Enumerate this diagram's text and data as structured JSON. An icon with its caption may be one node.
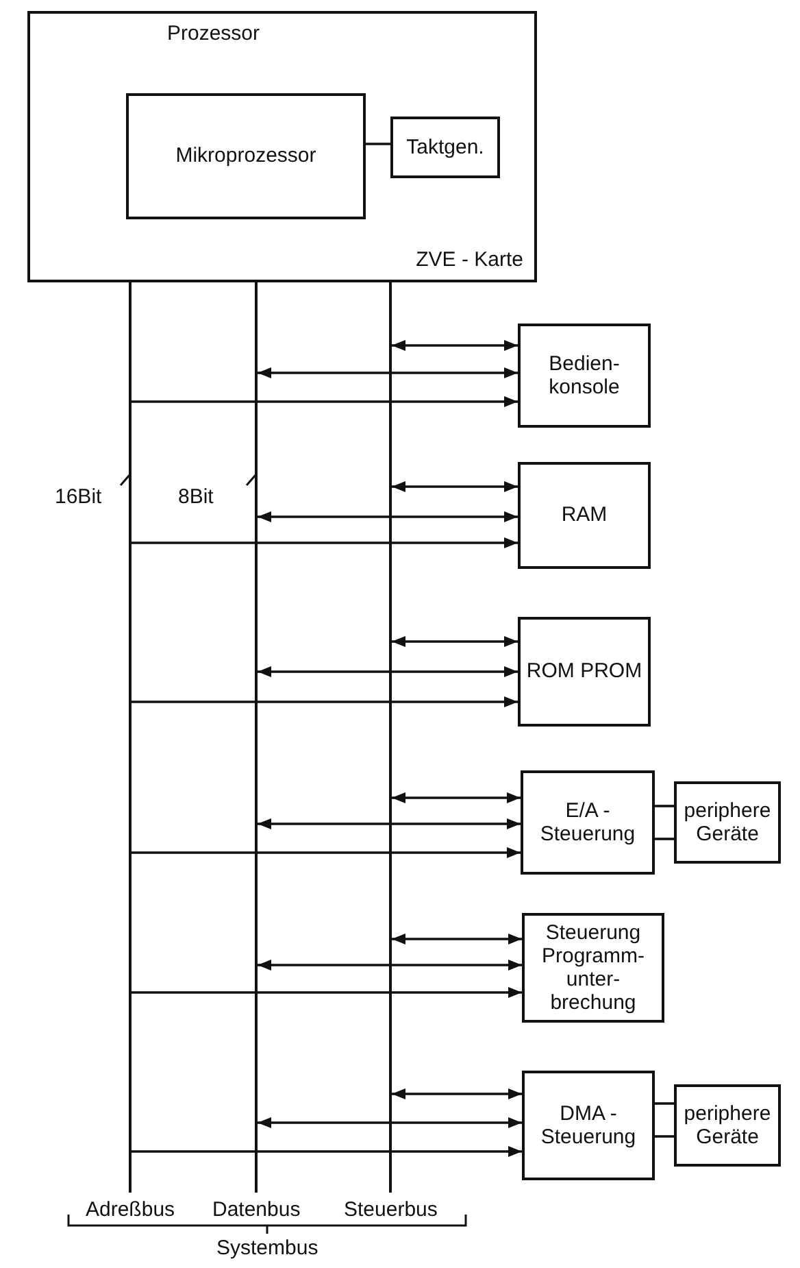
{
  "diagram": {
    "nodes": [
      {
        "text": [
          "Prozessor",
          "ZVE - Karte"
        ]
      },
      {
        "text": [
          "Mikroprozessor"
        ],
        "in": 0
      },
      {
        "text": [
          "Taktgen."
        ],
        "in": 0
      },
      {
        "text": [],
        "shape": "bar",
        "beside": [
          "Adreßbus"
        ]
      },
      {
        "text": [],
        "shape": "bar",
        "beside": [
          "Datenbus"
        ]
      },
      {
        "text": [],
        "shape": "bar",
        "beside": [
          "Steuerbus"
        ]
      },
      {
        "text": [
          "Bedien- konsole"
        ]
      },
      {
        "text": [
          "RAM"
        ]
      },
      {
        "text": [
          "ROM PROM"
        ]
      },
      {
        "text": [
          "E/A - Steuerung"
        ]
      },
      {
        "text": [
          "periphere Geräte"
        ]
      },
      {
        "text": [
          "Steuerung Programm- unter- brechung"
        ]
      },
      {
        "text": [
          "DMA - Steuerung"
        ]
      },
      {
        "text": [
          "periphere Geräte"
        ]
      }
    ],
    "edges": [
      {
        "from": 1,
        "to": 2,
        "arrow": "none"
      },
      {
        "from": 5,
        "to": 6,
        "arrow": "both"
      },
      {
        "from": 4,
        "to": 6,
        "arrow": "both"
      },
      {
        "from": 3,
        "to": 6,
        "arrow": "to"
      },
      {
        "from": 5,
        "to": 7,
        "arrow": "both"
      },
      {
        "from": 4,
        "to": 7,
        "arrow": "both"
      },
      {
        "from": 3,
        "to": 7,
        "arrow": "to"
      },
      {
        "from": 5,
        "to": 8,
        "arrow": "both"
      },
      {
        "from": 4,
        "to": 8,
        "arrow": "both"
      },
      {
        "from": 3,
        "to": 8,
        "arrow": "to"
      },
      {
        "from": 5,
        "to": 9,
        "arrow": "both"
      },
      {
        "from": 4,
        "to": 9,
        "arrow": "both"
      },
      {
        "from": 3,
        "to": 9,
        "arrow": "to"
      },
      {
        "from": 9,
        "to": 10,
        "arrow": "none"
      },
      {
        "from": 9,
        "to": 10,
        "arrow": "none"
      },
      {
        "from": 5,
        "to": 11,
        "arrow": "both"
      },
      {
        "from": 4,
        "to": 11,
        "arrow": "both"
      },
      {
        "from": 3,
        "to": 11,
        "arrow": "to"
      },
      {
        "from": 5,
        "to": 12,
        "arrow": "both"
      },
      {
        "from": 4,
        "to": 12,
        "arrow": "both"
      },
      {
        "from": 3,
        "to": 12,
        "arrow": "to"
      },
      {
        "from": 12,
        "to": 13,
        "arrow": "none"
      },
      {
        "from": 12,
        "to": 13,
        "arrow": "none"
      }
    ],
    "labels": [
      "16Bit",
      "8Bit",
      "Systembus"
    ]
  }
}
